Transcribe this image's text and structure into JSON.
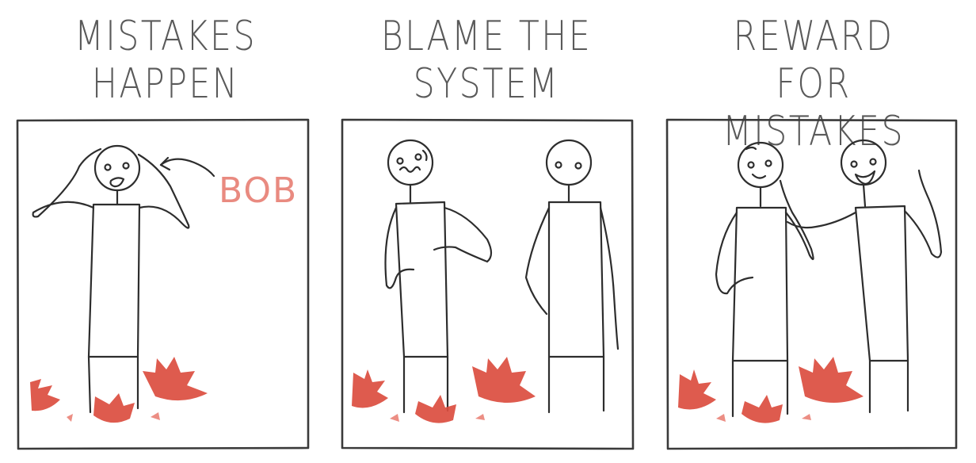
{
  "panels": [
    {
      "title_line1": "MISTAKES",
      "title_line2": "HAPPEN",
      "label": "BOB"
    },
    {
      "title_line1": "BLAME THE",
      "title_line2": "SYSTEM"
    },
    {
      "title_line1": "REWARD FOR",
      "title_line2": "MISTAKES"
    }
  ],
  "colors": {
    "ink": "#2d2d2d",
    "shard": "#db4d3f",
    "label": "#e98a80"
  }
}
